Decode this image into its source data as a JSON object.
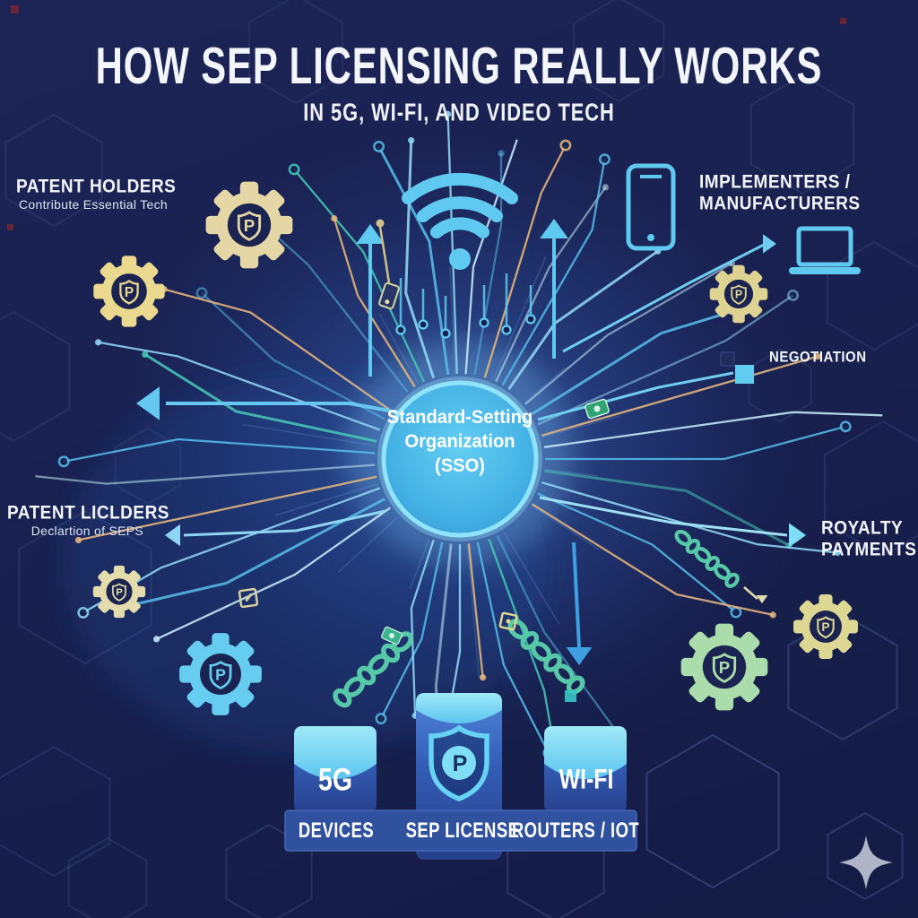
{
  "title": {
    "main": "HOW SEP LICENSING REALLY WORKS",
    "subtitle": "IN 5G, WI-FI, AND VIDEO TECH"
  },
  "labels": {
    "patent_holders": {
      "title": "PATENT HOLDERS",
      "subtitle": "Contribute Essential Tech"
    },
    "implementers": {
      "line1": "IMPLEMENTERS /",
      "line2": "MANUFACTURERS"
    },
    "negotiation": "NEGOTIATION",
    "patent_liclders": {
      "title": "PATENT LICLDERS",
      "subtitle": "Declartion of SEPS"
    },
    "royalty": {
      "line1": "ROYALTY",
      "line2": "PAYMENTS"
    }
  },
  "center_node": {
    "line1": "Standard-Setting",
    "line2": "Organization",
    "line3": "(SSO)"
  },
  "pillars": {
    "left_label": "5G",
    "right_label": "WI-FI"
  },
  "bottom_bar": {
    "left": "DEVICES",
    "center": "SEP LICENSE",
    "right": "ROUTERS / IOT"
  },
  "logo": {
    "letter": "P"
  },
  "icons": [
    "wifi-icon",
    "smartphone-icon",
    "laptop-icon",
    "gear-patent-icon",
    "shield-license-icon",
    "chain-link-icon",
    "arrow-icon",
    "sparkle-icon",
    "cash-icon",
    "chip-icon"
  ],
  "colors": {
    "background": "#192150",
    "accent_blue": "#5fc9ef",
    "center_circle": "#49b8e8",
    "gear_tan": "#e5d7a5",
    "gear_cyan": "#66cdf0",
    "chain_teal": "#57c8a8",
    "pillar_blue": "#3561b8",
    "bar_blue": "#30519e",
    "text_white": "#f2f5fa"
  }
}
